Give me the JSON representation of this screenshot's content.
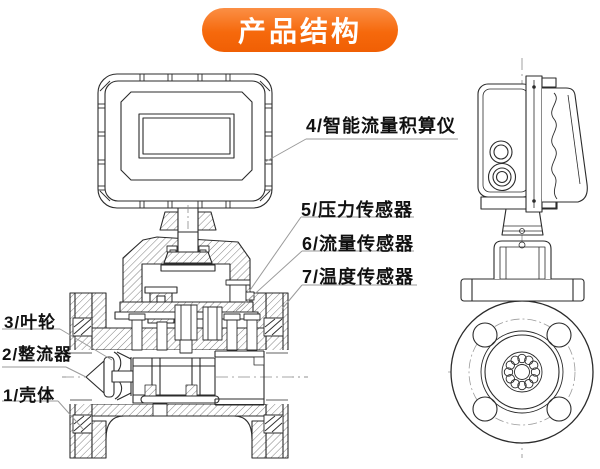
{
  "banner": {
    "text": "产品结构"
  },
  "colors": {
    "banner_orange": "#f6690c",
    "banner_orange_light": "#fb8f45",
    "line": "#2b2b2b",
    "leader": "#9a9a9a"
  },
  "parts": {
    "totalizer": "4/智能流量积算仪",
    "pressure_sensor": "5/压力传感器",
    "flow_sensor": "6/流量传感器",
    "temperature_sensor": "7/温度传感器",
    "impeller": "3/叶轮",
    "rectifier": "2/整流器",
    "housing": "1/壳体"
  }
}
